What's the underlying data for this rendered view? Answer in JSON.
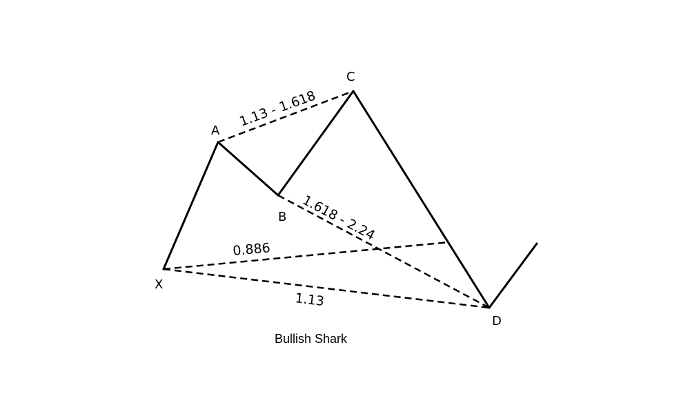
{
  "points": {
    "X": "X",
    "A": "A",
    "B": "B",
    "C": "C",
    "D": "D"
  },
  "ratios": {
    "ac": "1.13 - 1.618",
    "bd": "1.618 - 2.24",
    "xc": "0.886",
    "xd": "1.13"
  },
  "caption": "Bullish Shark"
}
